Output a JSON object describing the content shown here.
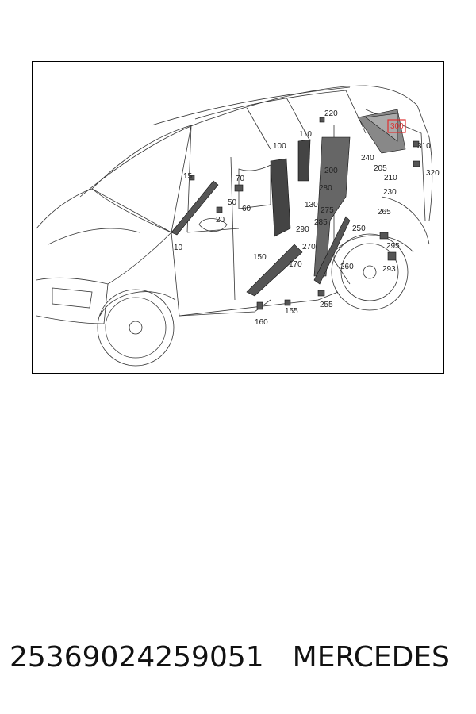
{
  "diagram": {
    "highlight_color": "#e03030",
    "callouts": [
      {
        "id": "c220",
        "label": "220"
      },
      {
        "id": "c300",
        "label": "300",
        "highlighted": true
      },
      {
        "id": "c110",
        "label": "110"
      },
      {
        "id": "c100",
        "label": "100"
      },
      {
        "id": "c310",
        "label": "310"
      },
      {
        "id": "c240",
        "label": "240"
      },
      {
        "id": "c200",
        "label": "200"
      },
      {
        "id": "c205",
        "label": "205"
      },
      {
        "id": "c320",
        "label": "320"
      },
      {
        "id": "c15",
        "label": "15"
      },
      {
        "id": "c70",
        "label": "70"
      },
      {
        "id": "c210",
        "label": "210"
      },
      {
        "id": "c280",
        "label": "280"
      },
      {
        "id": "c230",
        "label": "230"
      },
      {
        "id": "c50",
        "label": "50"
      },
      {
        "id": "c60",
        "label": "60"
      },
      {
        "id": "c130",
        "label": "130"
      },
      {
        "id": "c275",
        "label": "275"
      },
      {
        "id": "c265",
        "label": "265"
      },
      {
        "id": "c20",
        "label": "20"
      },
      {
        "id": "c290",
        "label": "290"
      },
      {
        "id": "c250",
        "label": "250"
      },
      {
        "id": "c285",
        "label": "285"
      },
      {
        "id": "c270",
        "label": "270"
      },
      {
        "id": "c295",
        "label": "295"
      },
      {
        "id": "c10",
        "label": "10"
      },
      {
        "id": "c150",
        "label": "150"
      },
      {
        "id": "c170",
        "label": "170"
      },
      {
        "id": "c260",
        "label": "260"
      },
      {
        "id": "c293",
        "label": "293"
      },
      {
        "id": "c255",
        "label": "255"
      },
      {
        "id": "c155",
        "label": "155"
      },
      {
        "id": "c160",
        "label": "160"
      }
    ]
  },
  "caption": {
    "part_number": "25369024259051",
    "brand": "MERCEDES"
  }
}
